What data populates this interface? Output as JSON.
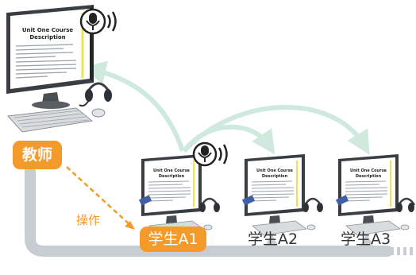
{
  "colors": {
    "accent": "#f39a2b",
    "flow_arrow": "#cfe9df",
    "track": "#c7cdd3"
  },
  "teacher": {
    "label": "教师",
    "doc_title_line1": "Unit One Course",
    "doc_title_line2": "Description",
    "icons": [
      "monitor-icon",
      "keyboard-icon",
      "mouse-icon",
      "headset-icon",
      "microphone-sound-icon"
    ]
  },
  "operation_label": "操作",
  "students": [
    {
      "label": "学生A1",
      "highlighted": true,
      "doc_title_line1": "Unit One Course",
      "doc_title_line2": "Description",
      "speaking": true
    },
    {
      "label": "学生A2",
      "highlighted": false,
      "doc_title_line1": "Unit One Course",
      "doc_title_line2": "Description",
      "speaking": false
    },
    {
      "label": "学生A3",
      "highlighted": false,
      "doc_title_line1": "Unit One Course",
      "doc_title_line2": "Description",
      "speaking": false
    }
  ]
}
